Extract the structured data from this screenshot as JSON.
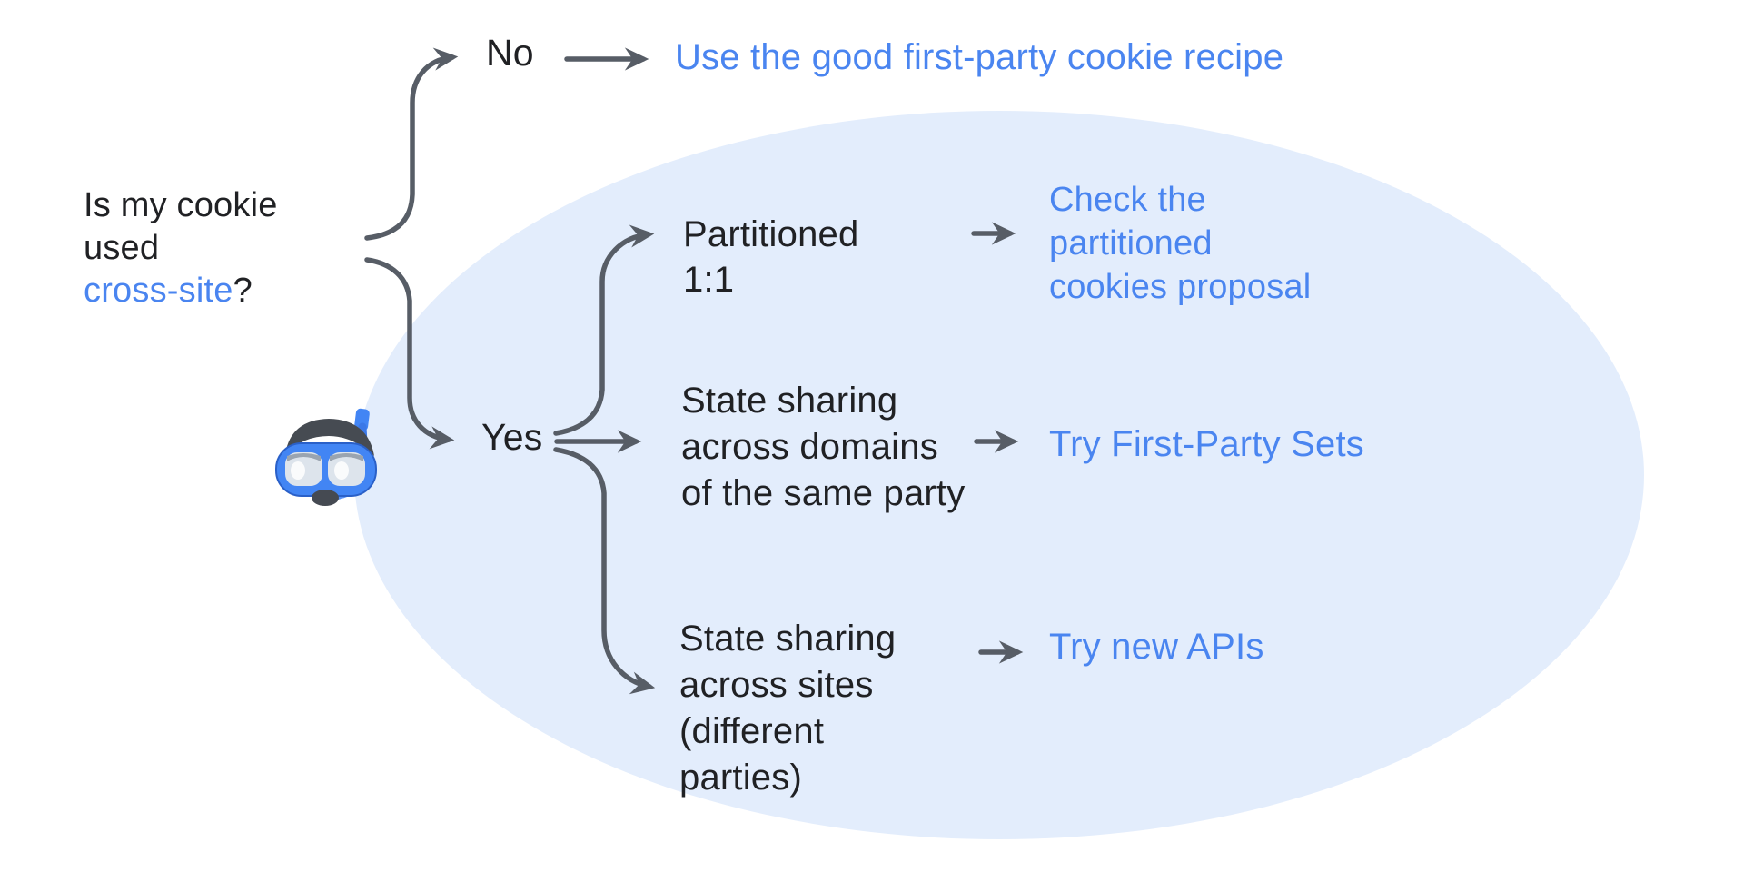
{
  "question": {
    "lines": [
      "Is my cookie",
      "used"
    ],
    "highlight": "cross-site",
    "suffix": "?"
  },
  "no_branch": {
    "label": "No",
    "result": "Use the good first-party cookie recipe"
  },
  "yes_branch": {
    "label": "Yes",
    "sub": [
      {
        "cond": [
          "Partitioned",
          "1:1"
        ],
        "result": [
          "Check the",
          "partitioned",
          "cookies proposal"
        ]
      },
      {
        "cond": [
          "State sharing",
          "across domains",
          "of the same party"
        ],
        "result": [
          "Try First-Party Sets"
        ]
      },
      {
        "cond": [
          "State sharing",
          "across sites",
          "(different",
          "parties)"
        ],
        "result": [
          "Try new APIs"
        ]
      }
    ]
  },
  "icons": {
    "diving_mask": "diving-mask-icon"
  },
  "colors": {
    "link_blue": "#4a85f0",
    "text_dark": "#202124",
    "arrow_gray": "#575d66",
    "ellipse_fill": "#e3edfc",
    "mask_blue": "#4285f4"
  }
}
